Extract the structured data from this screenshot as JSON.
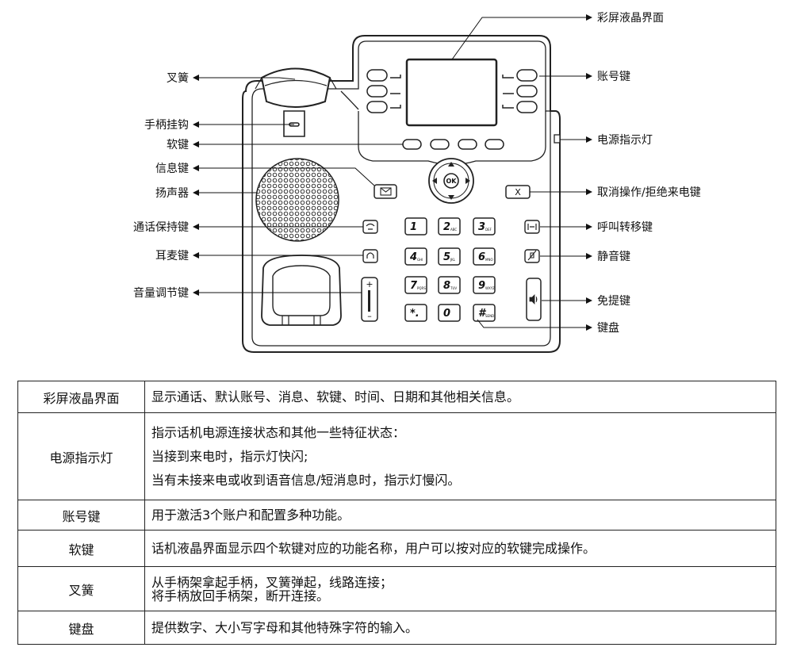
{
  "callouts": {
    "color_screen": "彩屏液晶界面",
    "account_keys": "账号键",
    "power_indicator": "电源指示灯",
    "cancel_reject": "取消操作/拒绝来电键",
    "transfer": "呼叫转移键",
    "mute": "静音键",
    "handsfree": "免提键",
    "keypad": "键盘",
    "hook": "叉簧",
    "handset_hook": "手柄挂钩",
    "softkeys": "软键",
    "message": "信息键",
    "speaker": "扬声器",
    "hold": "通话保持键",
    "headset": "耳麦键",
    "volume": "音量调节键"
  },
  "keypad": {
    "keys": [
      {
        "main": "1",
        "sub": ""
      },
      {
        "main": "2",
        "sub": "ABC"
      },
      {
        "main": "3",
        "sub": "DEF"
      },
      {
        "main": "4",
        "sub": "GHI"
      },
      {
        "main": "5",
        "sub": "JKL"
      },
      {
        "main": "6",
        "sub": "MNO"
      },
      {
        "main": "7",
        "sub": "PQRS"
      },
      {
        "main": "8",
        "sub": "TUV"
      },
      {
        "main": "9",
        "sub": "WXYZ"
      },
      {
        "main": "*.",
        "sub": ""
      },
      {
        "main": "0",
        "sub": ""
      },
      {
        "main": "#",
        "sub": "SEND"
      }
    ]
  },
  "buttons": {
    "ok": "OK",
    "cancel": "X",
    "volume_plus": "+",
    "volume_minus": "–"
  },
  "table": {
    "rows": [
      {
        "name": "彩屏液晶界面",
        "lines": [
          "显示通话、默认账号、消息、软键、时间、日期和其他相关信息。"
        ]
      },
      {
        "name": "电源指示灯",
        "lines": [
          "指示话机电源连接状态和其他一些特征状态：",
          "当接到来电时，指示灯快闪;",
          "当有未接来电或收到语音信息/短消息时，指示灯慢闪。"
        ]
      },
      {
        "name": "账号键",
        "lines": [
          "用于激活3个账户和配置多种功能。"
        ]
      },
      {
        "name": "软键",
        "lines": [
          "话机液晶界面显示四个软键对应的功能名称，用户可以按对应的软键完成操作。"
        ]
      },
      {
        "name": "叉簧",
        "lines": [
          "从手柄架拿起手柄，叉簧弹起，线路连接；",
          "将手柄放回手柄架，断开连接。"
        ]
      },
      {
        "name": "键盘",
        "lines": [
          "提供数字、大小写字母和其他特殊字符的输入。"
        ]
      }
    ]
  }
}
